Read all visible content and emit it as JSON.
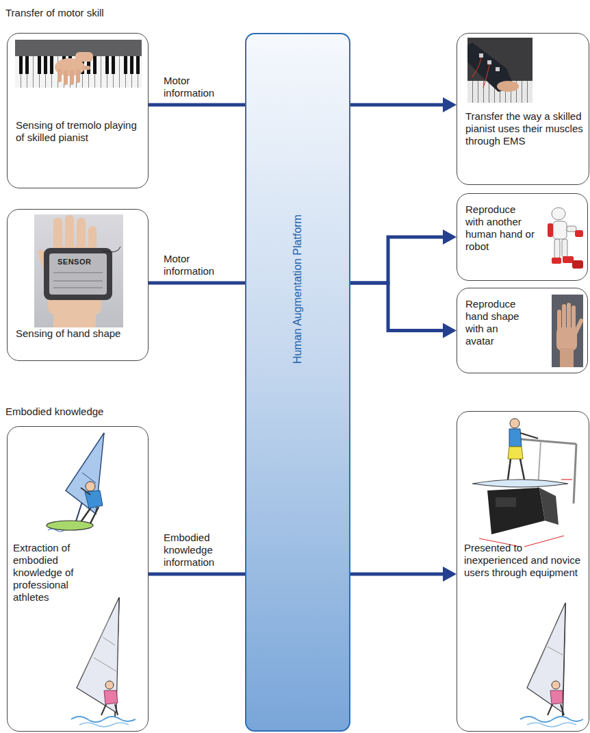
{
  "diagram": {
    "nodes": [
      {
        "text": [
          "Sensing of tremolo playing of skilled pianist"
        ]
      },
      {
        "text": [
          "Human Augmentation Platform"
        ]
      },
      {
        "text": [
          "Transfer the way a skilled pianist uses their muscles through EMS"
        ]
      },
      {
        "text": [
          "Sensing of hand shape"
        ]
      },
      {
        "text": [
          "Reproduce with another human hand or robot"
        ]
      },
      {
        "text": [
          "Reproduce hand shape with an avatar"
        ]
      },
      {
        "text": [
          "Extraction of embodied knowledge of professional athletes"
        ]
      },
      {
        "text": [
          "Presented to inexperienced and novice users through equipment"
        ]
      }
    ],
    "edges": [
      {
        "from": 0,
        "to": 1,
        "label": "Motor information",
        "arrow": "none"
      },
      {
        "from": 1,
        "to": 2,
        "arrow": "to"
      },
      {
        "from": 3,
        "to": 1,
        "label": "Motor information",
        "arrow": "none"
      },
      {
        "from": 1,
        "to": 4,
        "arrow": "to"
      },
      {
        "from": 1,
        "to": 5,
        "arrow": "to"
      },
      {
        "from": 6,
        "to": 1,
        "label": "Embodied knowledge information",
        "arrow": "none"
      },
      {
        "from": 1,
        "to": 7,
        "arrow": "to"
      }
    ],
    "labels": [
      "Transfer of motor skill",
      "Embodied knowledge",
      "SENSOR"
    ]
  }
}
